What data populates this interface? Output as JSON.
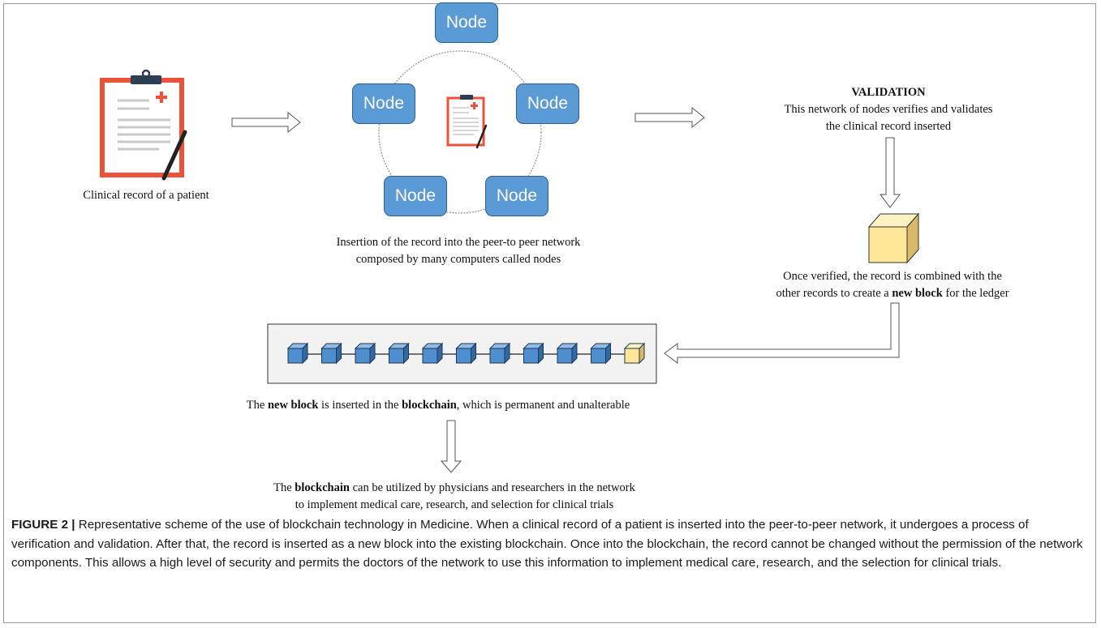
{
  "labels": {
    "clinical_record": "Clinical record of a patient",
    "insertion_line1": "Insertion of the record into the peer-to peer network",
    "insertion_line2": "composed by many computers called nodes",
    "validation_title": "VALIDATION",
    "validation_line1": "This network of nodes verifies and validates",
    "validation_line2": "the clinical record inserted",
    "verified_line1": "Once verified, the record is combined with the",
    "verified_line2_pre": "other records to create a ",
    "verified_line2_bold": "new block",
    "verified_line2_post": " for the ledger",
    "inserted_pre": "The ",
    "inserted_bold1": "new block",
    "inserted_mid": " is inserted in the ",
    "inserted_bold2": "blockchain",
    "inserted_post": ", which is permanent and unalterable",
    "utilized_pre": "The ",
    "utilized_bold": "blockchain",
    "utilized_post": " can be utilized by physicians and researchers in the network",
    "utilized_line2": "to implement medical care, research, and selection for clinical trials"
  },
  "nodes": [
    "Node",
    "Node",
    "Node",
    "Node",
    "Node"
  ],
  "blockchain": {
    "existing_blocks": 10,
    "new_blocks": 1
  },
  "caption": {
    "label": "FIGURE 2 |",
    "text": " Representative scheme of the use of blockchain technology in Medicine. When a clinical record of a patient is inserted into the peer-to-peer network, it undergoes a process of verification and validation. After that, the record is inserted as a new block into the existing blockchain. Once into the blockchain, the record cannot be changed without the permission of the network components. This allows a high level of security and permits the doctors of the network to use this information to implement medical care, research, and the selection for clinical trials."
  },
  "colors": {
    "node_fill": "#5b9bd5",
    "block_fill": "#4f8fd0",
    "new_block_fill": "#ffe699",
    "clipboard_board": "#e8533a",
    "cross": "#e8533a",
    "pen": "#222222"
  },
  "icons": [
    "clipboard-icon",
    "pen-icon",
    "block-icon",
    "arrow-right-icon",
    "arrow-down-icon",
    "arrow-left-icon"
  ]
}
